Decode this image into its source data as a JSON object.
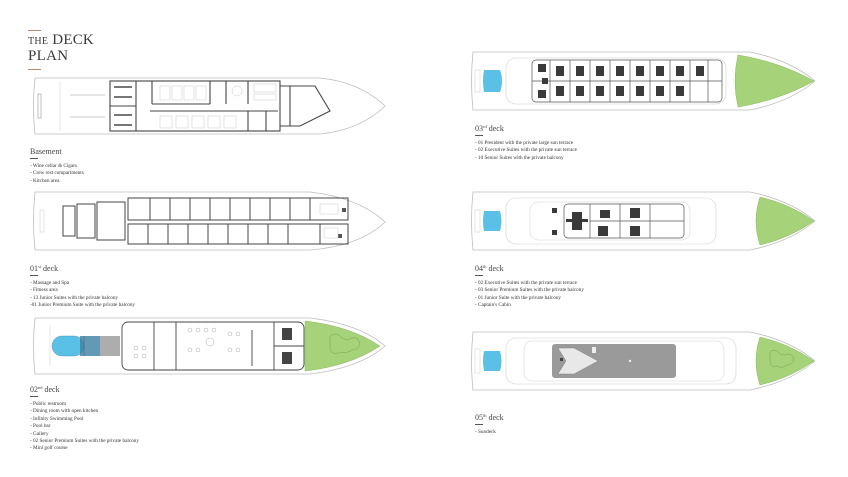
{
  "page": {
    "title_line1_prefix": "THE",
    "title_line1_main": "DECK",
    "title_line2": "PLAN",
    "accent_color": "#b38b6d"
  },
  "colors": {
    "pool_blue": "#5bc0e6",
    "mini_golf_green": "#a6d279",
    "sundeck_gray": "#9a9a9a",
    "hull_outline": "#bdbdbd",
    "wall_dark": "#4a4a4a"
  },
  "decks": [
    {
      "id": "basement",
      "name": "Basement",
      "ordinal": "",
      "features": [
        "- Wine cellar & Cigars",
        "- Crew rest compartments",
        "- Kitchen area"
      ]
    },
    {
      "id": "deck-01",
      "number": "01",
      "ordinal": "st",
      "label": "deck",
      "features": [
        "- Massage and Spa",
        "- Fitness area",
        "- 13 Junior Suites with the private balcony",
        "-01 Junior Premium Suite with the private balcony"
      ]
    },
    {
      "id": "deck-02",
      "number": "02",
      "ordinal": "nd",
      "label": "deck",
      "features": [
        "- Public restroom",
        "- Dining room with open kitchen",
        "- Infinity Swimming Pool",
        "- Pool bar",
        "- Gallery",
        "- 02 Senior Premium Suites with the private balcony",
        "- Mini golf course"
      ]
    },
    {
      "id": "deck-03",
      "number": "03",
      "ordinal": "rd",
      "label": "deck",
      "features": [
        "- 01 President with the private large sun terrace",
        "- 02 Executive Suites with the private sun terrace",
        "- 10 Senior Suites with the private balcony"
      ]
    },
    {
      "id": "deck-04",
      "number": "04",
      "ordinal": "th",
      "label": "deck",
      "features": [
        "- 02 Executive Suites with the private sun terrace",
        "- 03 Senior Premium Suites with the private balcony",
        "- 01 Junior Suite with the private balcony",
        "- Captain's Cabin"
      ]
    },
    {
      "id": "deck-05",
      "number": "05",
      "ordinal": "th",
      "label": "deck",
      "features": [
        "- Sundeck"
      ]
    }
  ]
}
